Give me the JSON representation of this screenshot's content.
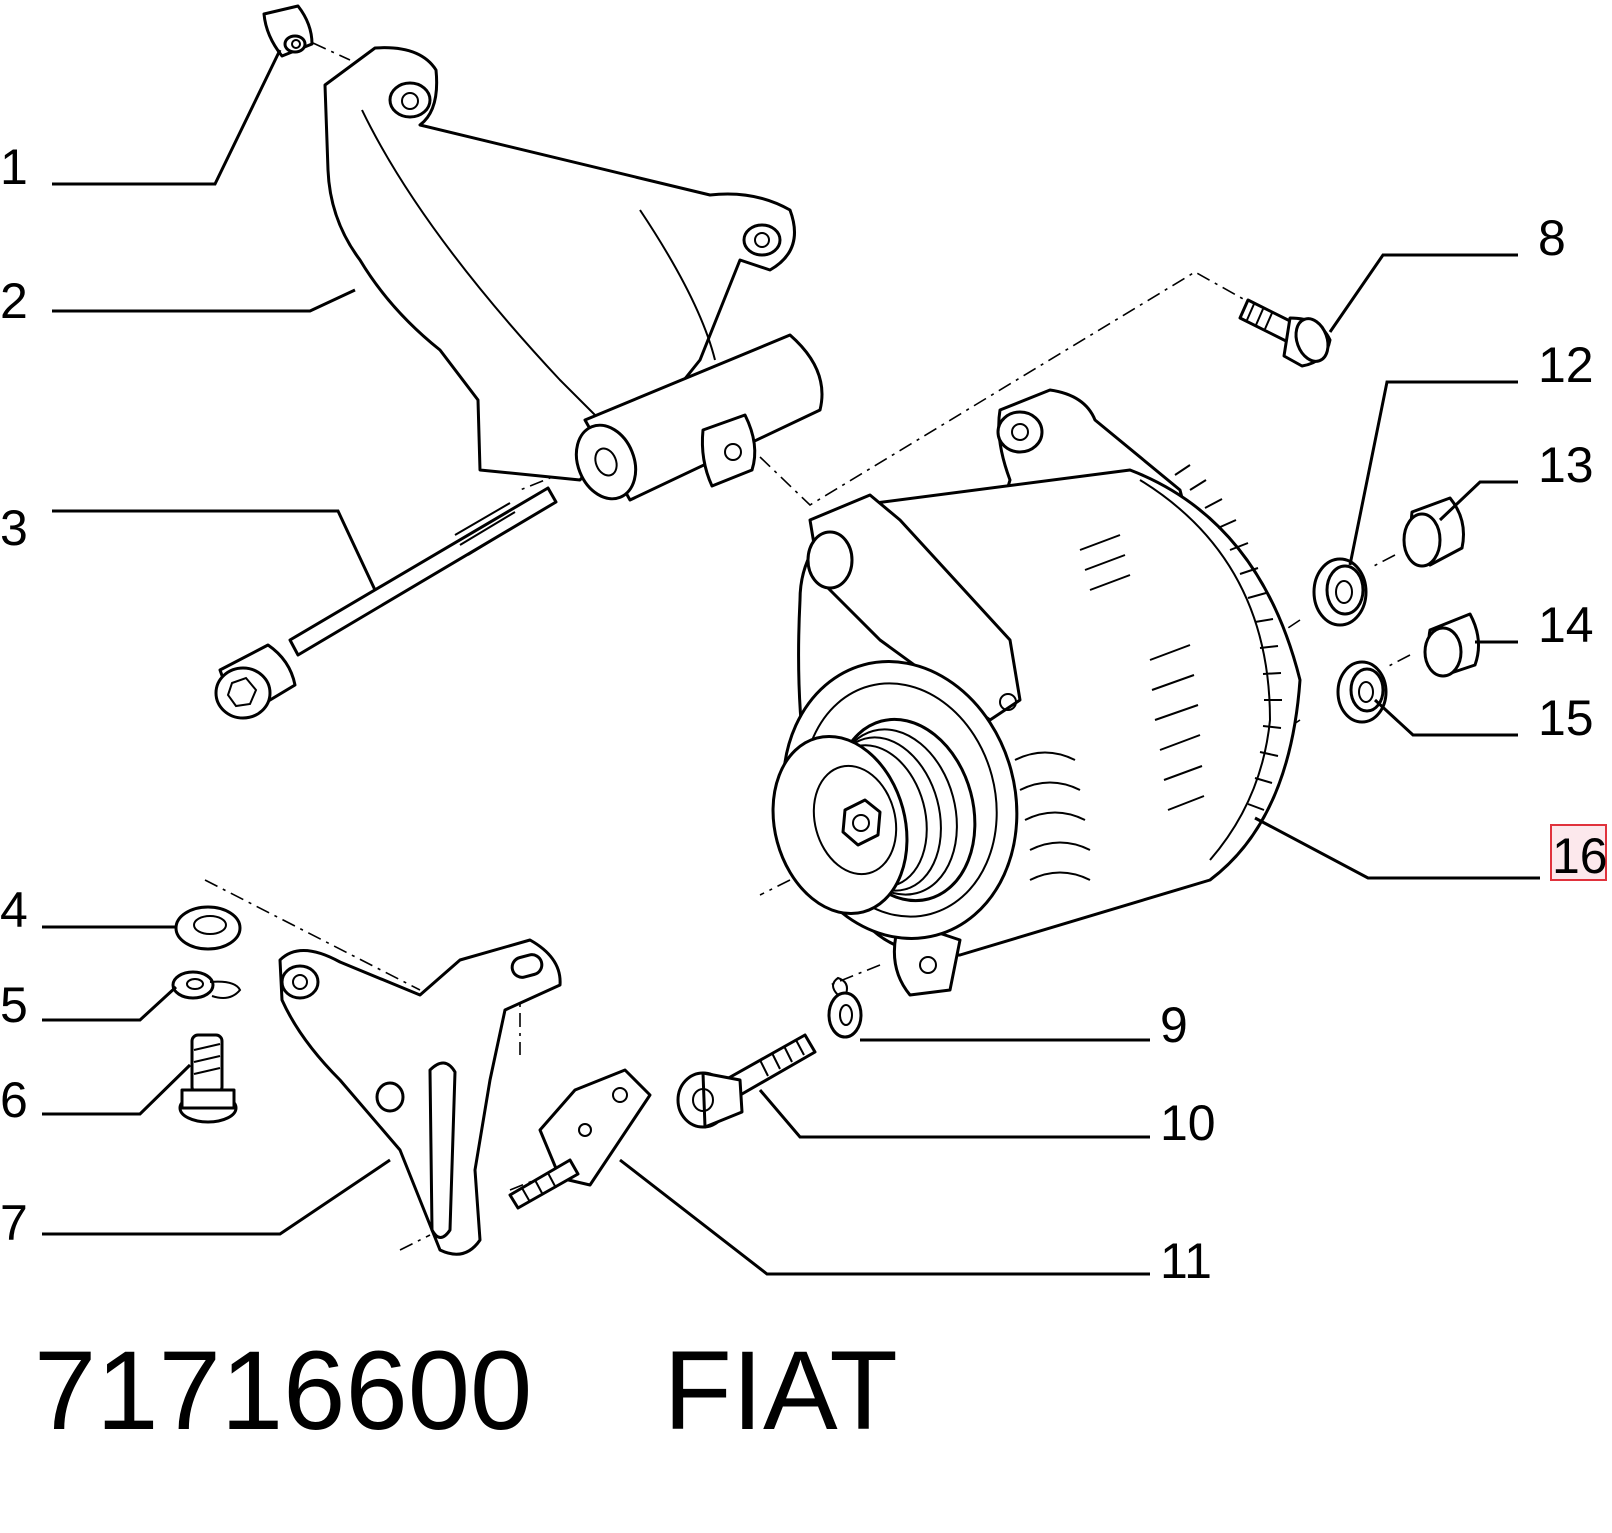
{
  "diagram": {
    "labels": [
      {
        "id": "1",
        "text": "1"
      },
      {
        "id": "2",
        "text": "2"
      },
      {
        "id": "3",
        "text": "3"
      },
      {
        "id": "4",
        "text": "4"
      },
      {
        "id": "5",
        "text": "5"
      },
      {
        "id": "6",
        "text": "6"
      },
      {
        "id": "7",
        "text": "7"
      },
      {
        "id": "8",
        "text": "8"
      },
      {
        "id": "9",
        "text": "9"
      },
      {
        "id": "10",
        "text": "10"
      },
      {
        "id": "11",
        "text": "11"
      },
      {
        "id": "12",
        "text": "12"
      },
      {
        "id": "13",
        "text": "13"
      },
      {
        "id": "14",
        "text": "14"
      },
      {
        "id": "15",
        "text": "15"
      },
      {
        "id": "16",
        "text": "16"
      }
    ],
    "highlighted_label": "16",
    "highlight_color": "#e0323c"
  },
  "footer": {
    "part_number": "71716600",
    "brand": "FIAT"
  }
}
